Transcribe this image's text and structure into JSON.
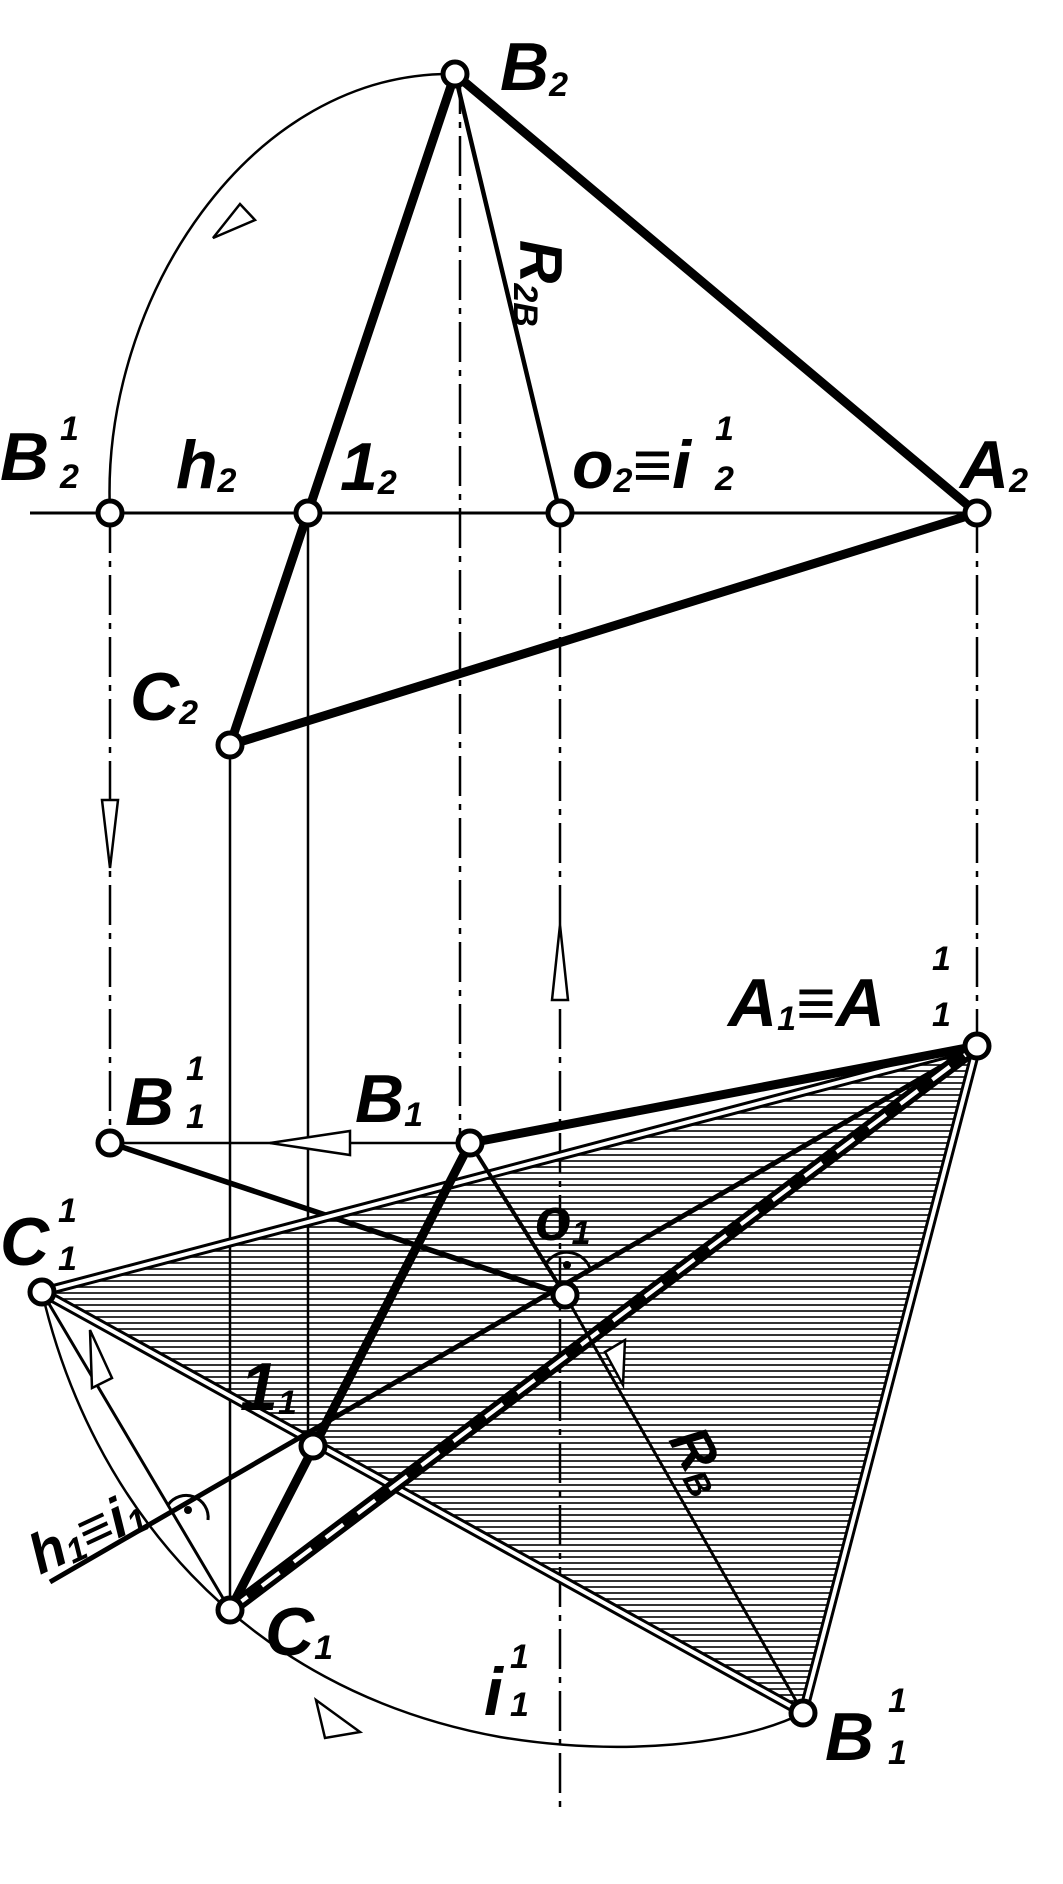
{
  "labels": {
    "B2": {
      "main": "B",
      "sub": "2"
    },
    "B2_1": {
      "main": "B",
      "sup": "1",
      "sub": "2"
    },
    "h2": {
      "main": "h",
      "sub": "2"
    },
    "p1_2": {
      "main": "1",
      "sub": "2"
    },
    "R2B": {
      "main": "R",
      "sub": "2B"
    },
    "o2": {
      "main": "o",
      "sub": "2",
      "eq": "≡",
      "main2": "i",
      "sup2": "1",
      "sub2": "2"
    },
    "A2": {
      "main": "A",
      "sub": "2"
    },
    "C2": {
      "main": "C",
      "sub": "2"
    },
    "A1": {
      "main": "A",
      "sub": "1",
      "eq": "≡",
      "main2": "A",
      "sup2": "1",
      "sub2": "1"
    },
    "B1_1_top": {
      "main": "B",
      "sup": "1",
      "sub": "1"
    },
    "B1": {
      "main": "B",
      "sub": "1"
    },
    "C1_1": {
      "main": "C",
      "sup": "1",
      "sub": "1"
    },
    "o1": {
      "main": "o",
      "sub": "1"
    },
    "p1_1": {
      "main": "1",
      "sub": "1"
    },
    "RB": {
      "main": "R",
      "sub": "B"
    },
    "h1": {
      "main": "h",
      "sub": "1",
      "eq": "≡",
      "main2": "i",
      "sub2": "1"
    },
    "C1": {
      "main": "C",
      "sub": "1"
    },
    "i1_1": {
      "main": "i",
      "sup": "1",
      "sub": "1"
    },
    "B1_1_bottom": {
      "main": "B",
      "sup": "1",
      "sub": "1"
    }
  }
}
